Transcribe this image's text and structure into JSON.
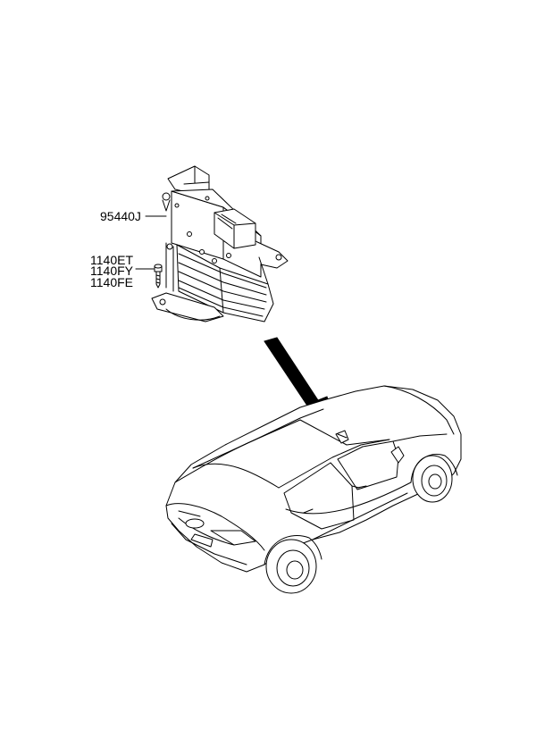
{
  "labels": {
    "module": "95440J",
    "bolt_1": "1140ET",
    "bolt_2": "1140FY",
    "bolt_3": "1140FE"
  },
  "colors": {
    "line": "#000000",
    "background": "#ffffff"
  }
}
